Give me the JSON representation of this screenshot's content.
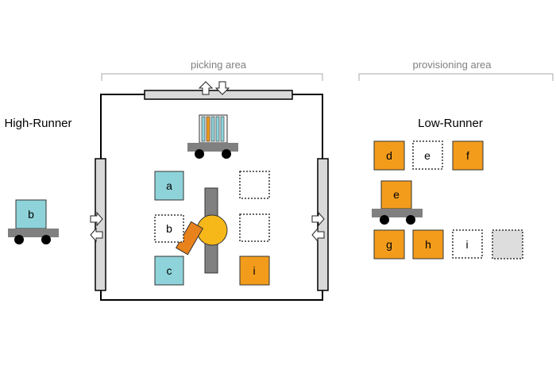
{
  "headers": {
    "picking_area": "picking area",
    "provisioning_area": "provisioning area"
  },
  "labels": {
    "high_runner": "High-Runner",
    "low_runner": "Low-Runner"
  },
  "boxes": {
    "high_runner_cart": "b",
    "a": "a",
    "b": "b",
    "c": "c",
    "i": "i",
    "d": "d",
    "e_empty": "e",
    "f": "f",
    "e_cart": "e",
    "g": "g",
    "h": "h",
    "i_empty": "i"
  },
  "colors": {
    "cyan": "#8fd3da",
    "orange": "#f39c1c",
    "rail": "#d9d9d9",
    "cart": "#808080",
    "robot_yellow": "#f6b819",
    "robot_arm": "#e8821c",
    "placeholder": "#dddddd"
  },
  "icons": [
    "arrow-up-icon",
    "arrow-down-icon",
    "arrow-right-icon",
    "arrow-left-icon",
    "wheel-icon",
    "robot-arm-icon",
    "shelf-icon"
  ]
}
